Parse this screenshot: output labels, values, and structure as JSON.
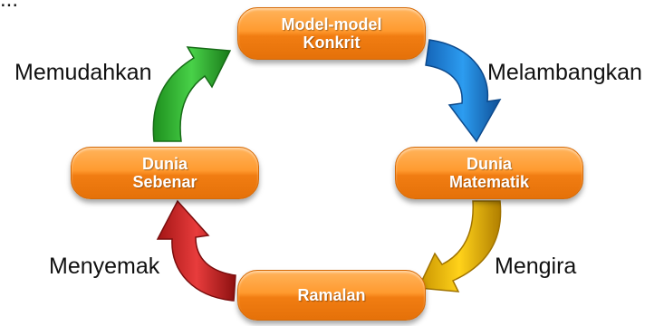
{
  "header": {
    "partial_text": "..."
  },
  "nodes": {
    "model": [
      "Model-model",
      "Konkrit"
    ],
    "dunia_sebenar": [
      "Dunia",
      "Sebenar"
    ],
    "dunia_matematik": [
      "Dunia",
      "Matematik"
    ],
    "ramalan": [
      "Ramalan"
    ]
  },
  "arrows": {
    "memudahkan": "Memudahkan",
    "melambangkan": "Melambangkan",
    "mengira": "Mengira",
    "menyemak": "Menyemak"
  },
  "colors": {
    "node_fill": "#f7901e",
    "node_text": "#ffffff",
    "arrow_green": "#2eb82e",
    "arrow_blue": "#1e7fd6",
    "arrow_yellow": "#e8b400",
    "arrow_red": "#d42a2a"
  },
  "icons": [
    "curved-arrow-icon"
  ]
}
